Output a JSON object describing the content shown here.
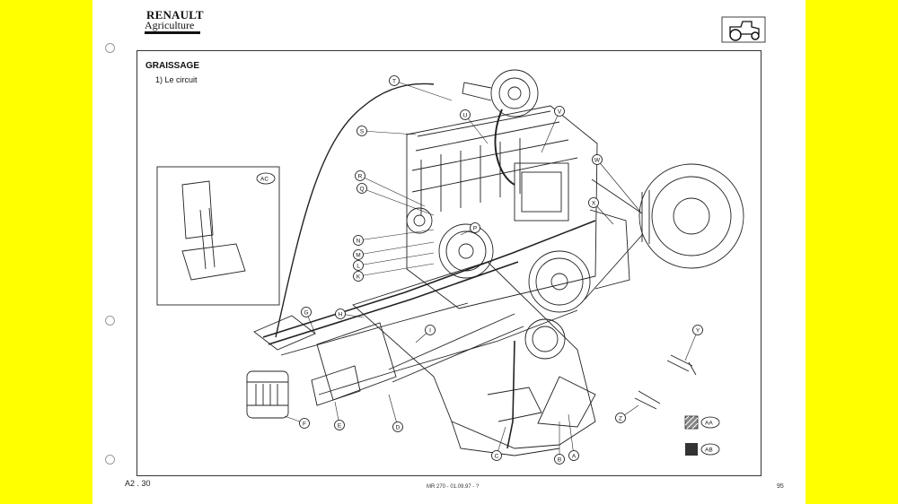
{
  "brand": {
    "line1": "RENAULT",
    "line2": "Agriculture"
  },
  "icons": {
    "tractor": "tractor-icon",
    "punch_hole": "punch-hole-icon"
  },
  "section": {
    "title": "GRAISSAGE",
    "subtitle": "1) Le circuit"
  },
  "callouts": [
    "T",
    "U",
    "V",
    "S",
    "R",
    "Q",
    "W",
    "X",
    "N",
    "P",
    "M",
    "L",
    "K",
    "H",
    "G",
    "I",
    "Y",
    "Z",
    "F",
    "E",
    "D",
    "C",
    "B",
    "A"
  ],
  "inset_label": "AC",
  "legend": [
    {
      "swatch": "hatched",
      "label": "AA"
    },
    {
      "swatch": "solid",
      "label": "AB"
    }
  ],
  "footer": {
    "page_ref": "A2 . 30",
    "doc_code": "MR 270 - 01.09.97 - ?",
    "page_number": "95"
  },
  "colors": {
    "margin": "#ffff00",
    "paper": "#ffffff",
    "ink": "#111111",
    "swatch_dark": "#333333"
  }
}
